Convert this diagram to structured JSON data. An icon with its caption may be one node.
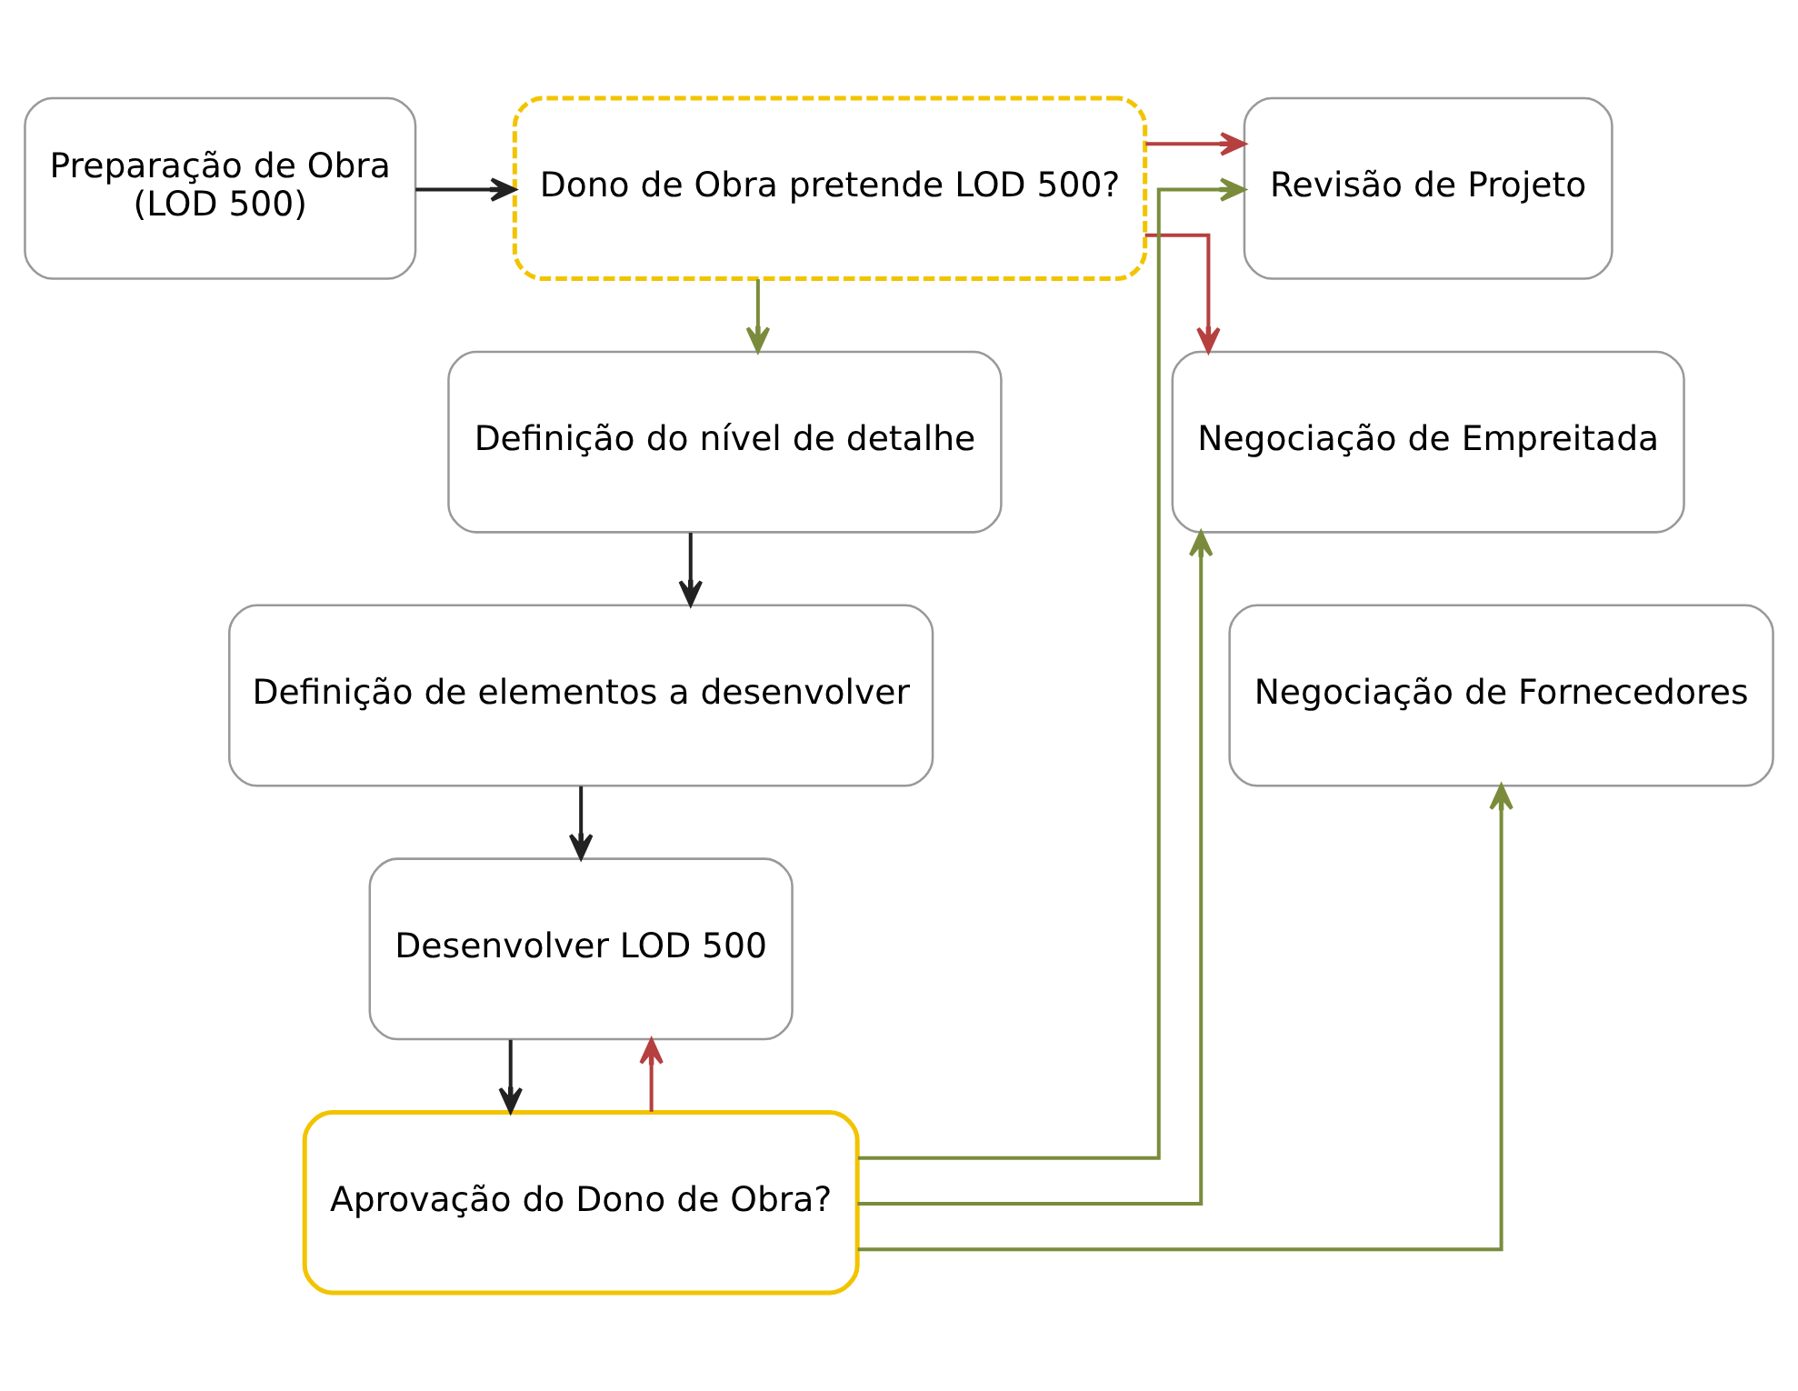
{
  "diagram": {
    "nodes": [
      {
        "text": [
          "Preparação de Obra",
          "(LOD 500)"
        ]
      },
      {
        "text": [
          "Dono de Obra pretende LOD 500?"
        ]
      },
      {
        "text": [
          "Revisão de Projeto"
        ]
      },
      {
        "text": [
          "Negociação de Empreitada"
        ]
      },
      {
        "text": [
          "Negociação de Fornecedores"
        ]
      },
      {
        "text": [
          "Definição do nível de detalhe"
        ]
      },
      {
        "text": [
          "Definição de elementos a desenvolver"
        ]
      },
      {
        "text": [
          "Desenvolver LOD 500"
        ]
      },
      {
        "text": [
          "Aprovação do Dono de Obra?"
        ]
      }
    ],
    "edges": [
      {
        "from": 0,
        "to": 1,
        "arrow": "to"
      },
      {
        "from": 1,
        "to": 5,
        "arrow": "to",
        "color": "#7a8c3c"
      },
      {
        "from": 1,
        "to": 2,
        "arrow": "to",
        "color": "#b5403f"
      },
      {
        "from": 1,
        "to": 3,
        "arrow": "to",
        "color": "#b5403f"
      },
      {
        "from": 5,
        "to": 6,
        "arrow": "to"
      },
      {
        "from": 6,
        "to": 7,
        "arrow": "to"
      },
      {
        "from": 7,
        "to": 8,
        "arrow": "to"
      },
      {
        "from": 8,
        "to": 7,
        "arrow": "to",
        "color": "#b5403f"
      },
      {
        "from": 8,
        "to": 2,
        "arrow": "to",
        "color": "#7a8c3c"
      },
      {
        "from": 8,
        "to": 3,
        "arrow": "to",
        "color": "#7a8c3c"
      },
      {
        "from": 8,
        "to": 4,
        "arrow": "to",
        "color": "#7a8c3c"
      }
    ]
  }
}
